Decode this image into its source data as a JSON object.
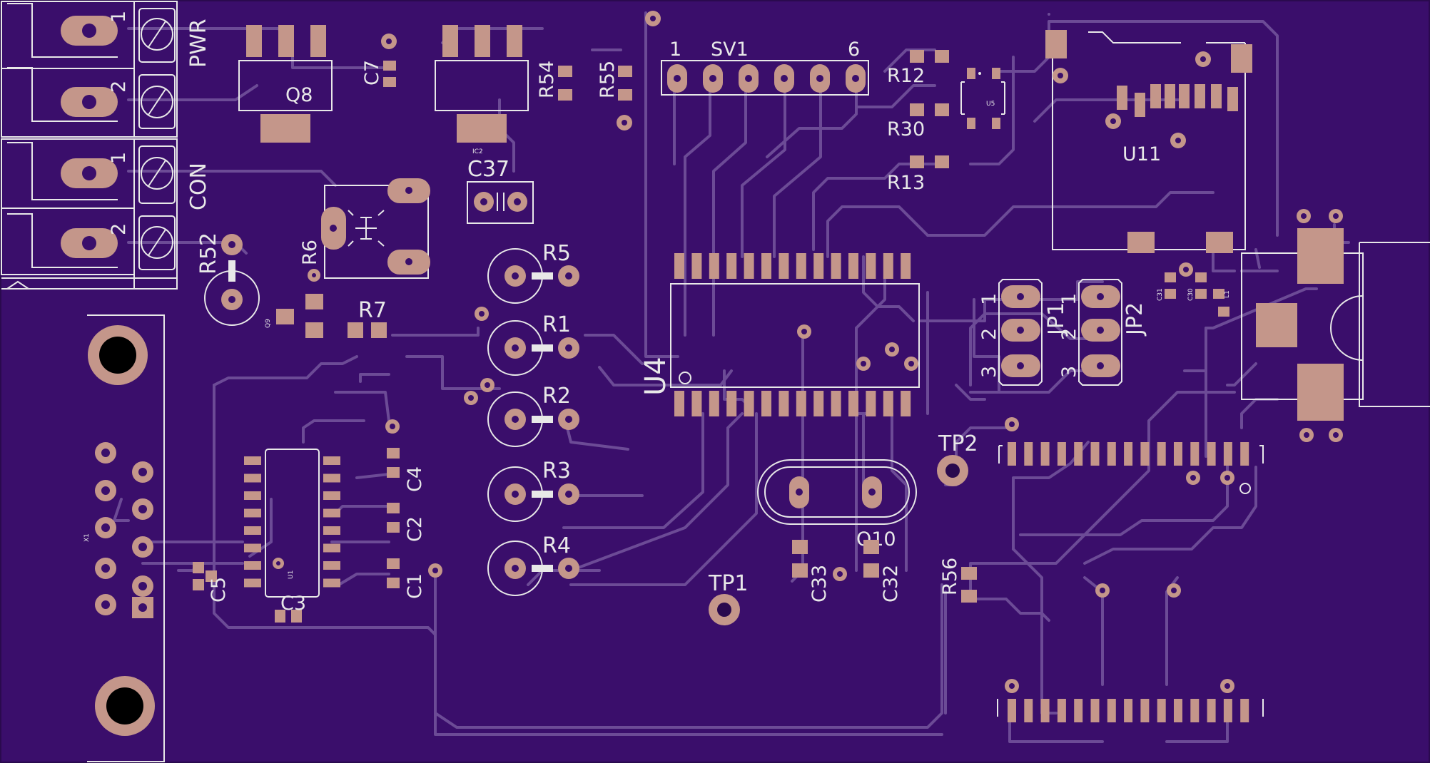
{
  "board": {
    "background": "#3a0e6b",
    "pad_color": "#c4968a",
    "silk_color": "#e8e8e8",
    "trace_color": "#6c4b96"
  },
  "terminals": {
    "pwr": "PWR",
    "con": "CON",
    "pin1": "1",
    "pin2": "2"
  },
  "parts": {
    "q8": "Q8",
    "c7": "C7",
    "ic2": "IC2",
    "r54": "R54",
    "r55": "R55",
    "sv1": "SV1",
    "sv1_first": "1",
    "sv1_last": "6",
    "r12": "R12",
    "r30": "R30",
    "r13": "R13",
    "u5": "U5",
    "u11": "U11",
    "c37": "C37",
    "r6": "R6",
    "r52": "R52",
    "q9": "Q9",
    "r7": "R7",
    "r5": "R5",
    "r1": "R1",
    "r2": "R2",
    "r3": "R3",
    "r4": "R4",
    "u4": "U4",
    "jp1": "JP1",
    "jp2": "JP2",
    "jp_n1": "1",
    "jp_n2": "2",
    "jp_n3": "3",
    "c31": "C31",
    "c30": "C30",
    "l1": "L1",
    "x1": "X1",
    "c4": "C4",
    "c2": "C2",
    "c1": "C1",
    "c5": "C5",
    "c3": "C3",
    "u1": "U1",
    "tp2": "TP2",
    "tp1": "TP1",
    "q10": "Q10",
    "c33": "C33",
    "c32": "C32",
    "r56": "R56"
  }
}
